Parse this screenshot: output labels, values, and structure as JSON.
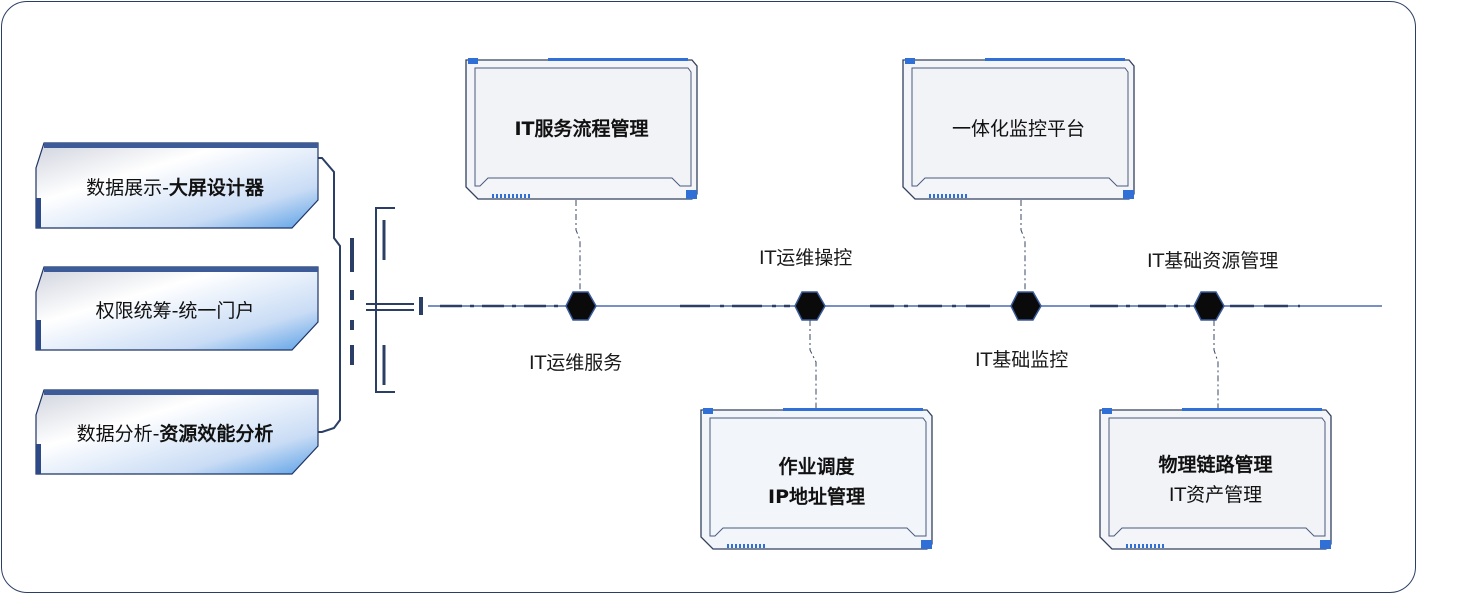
{
  "left_panel": {
    "items": [
      {
        "prefix": "数据展示-",
        "bold": "大屏设计器"
      },
      {
        "prefix": "权限统筹-统一门户",
        "bold": ""
      },
      {
        "prefix": "数据分析-",
        "bold": "资源效能分析"
      }
    ]
  },
  "timeline": {
    "labels_top": [
      "IT运维操控",
      "IT基础资源管理"
    ],
    "labels_bottom": [
      "IT运维服务",
      "IT基础监控"
    ]
  },
  "cards": {
    "top": [
      {
        "line1": "IT服务流程管理",
        "line1_bold": true
      },
      {
        "line1": "一体化监控平台",
        "line1_bold": false
      }
    ],
    "bottom": [
      {
        "line1": "作业调度",
        "line2": "IP地址管理",
        "bold": true
      },
      {
        "line1": "物理链路管理",
        "line2": "IT资产管理"
      }
    ]
  },
  "colors": {
    "frame": "#2b3f66",
    "accent_blue": "#2f6fd6",
    "dark_navy": "#1f3466",
    "card_fill": "#f1f3f7",
    "hex_node": "#0a0a0a"
  }
}
